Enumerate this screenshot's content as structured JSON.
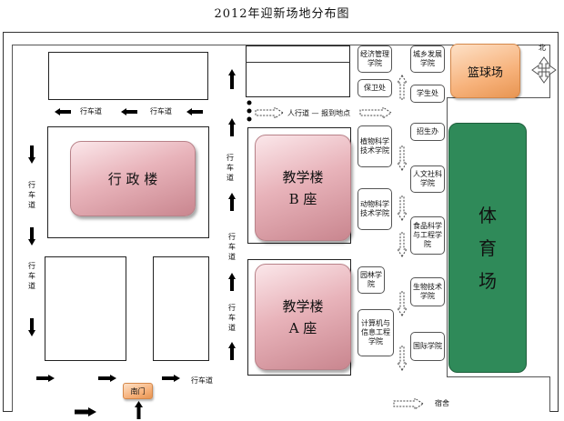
{
  "title": "2012年迎新场地分布图",
  "compass_label": "北",
  "buildings": {
    "admin": "行 政 楼",
    "teach_b": [
      "教学楼",
      "B 座"
    ],
    "teach_a": [
      "教学楼",
      "A 座"
    ]
  },
  "roads": {
    "road_label": "行车道",
    "footpath": "人行道 — 报到地点",
    "south_gate": "南门",
    "dorm": "宿舍"
  },
  "departments": {
    "economics": "经济管理学院",
    "security": "保卫处",
    "plant": "植物科学技术学院",
    "animal": "动物科学技术学院",
    "horticulture": "园林学院",
    "computer": "计算机与信息工程学院",
    "urban": "城乡发展学院",
    "student_affairs": "学生处",
    "admissions": "招生办",
    "humanities": "人文社科学院",
    "food": "食品科学与工程学院",
    "bio": "生物技术学院",
    "international": "国际学院"
  },
  "facilities": {
    "basketball": "篮球场",
    "stadium": [
      "体",
      "育",
      "场"
    ]
  }
}
